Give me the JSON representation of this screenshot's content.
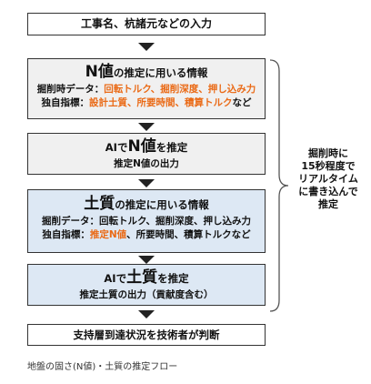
{
  "step1": "工事名、杭諸元などの入力",
  "step2": {
    "big": "N値",
    "title_rest": "の推定に用いる情報",
    "line1_label": "掘削時データ：",
    "line1_value": "回転トルク、掘削深度、押し込み力",
    "line2_label": "独自指標：",
    "line2_value": "設計土質、所要時間、積算トルク",
    "line2_tail": "など"
  },
  "step3": {
    "prefix": "AIで",
    "big": "N値",
    "suffix": "を推定",
    "line2": "推定N値の出力"
  },
  "step4": {
    "big": "土質",
    "title_rest": "の推定に用いる情報",
    "line1": "掘削データ：回転トルク、掘削深度、押し込み力",
    "line2_label": "独自指標：",
    "line2_highlight": "推定N値",
    "line2_rest": "、所要時間、積算トルクなど"
  },
  "step5": {
    "prefix": "AIで",
    "big": "土質",
    "suffix": "を推定",
    "line2": "推定土質の出力（貢献度含む）"
  },
  "step6": "支持層到達状況を技術者が判断",
  "side_note": [
    "掘削時に",
    "15秒程度で",
    "リアルタイム",
    "に書き込んで",
    "推定"
  ],
  "caption": "地盤の固さ(N値)・土質の推定フロー"
}
